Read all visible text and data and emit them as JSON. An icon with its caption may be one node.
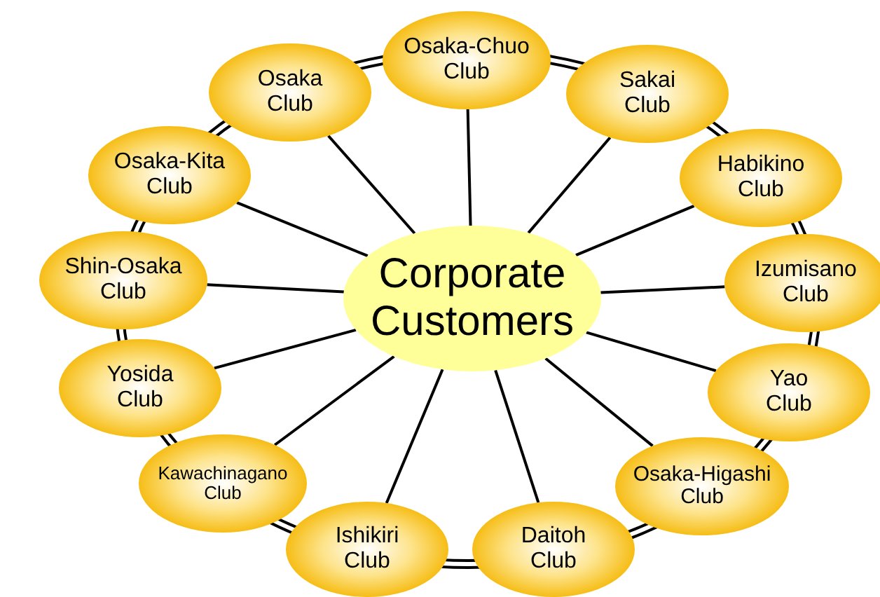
{
  "diagram": {
    "nodes": [
      {
        "text": [
          "Corporate Customers"
        ]
      },
      {
        "text": [
          "Osaka-Chuo Club"
        ]
      },
      {
        "text": [
          "Sakai Club"
        ]
      },
      {
        "text": [
          "Habikino Club"
        ]
      },
      {
        "text": [
          "Izumisano Club"
        ]
      },
      {
        "text": [
          "Yao Club"
        ]
      },
      {
        "text": [
          "Osaka-Higashi Club"
        ]
      },
      {
        "text": [
          "Daitoh Club"
        ]
      },
      {
        "text": [
          "Ishikiri Club"
        ]
      },
      {
        "text": [
          "Kawachinagano Club"
        ]
      },
      {
        "text": [
          "Yosida Club"
        ]
      },
      {
        "text": [
          "Shin-Osaka Club"
        ]
      },
      {
        "text": [
          "Osaka-Kita Club"
        ]
      },
      {
        "text": [
          "Osaka Club"
        ]
      }
    ],
    "edges": [
      {
        "from": 0,
        "to": 1,
        "arrow": "none"
      },
      {
        "from": 0,
        "to": 2,
        "arrow": "none"
      },
      {
        "from": 0,
        "to": 3,
        "arrow": "none"
      },
      {
        "from": 0,
        "to": 4,
        "arrow": "none"
      },
      {
        "from": 0,
        "to": 5,
        "arrow": "none"
      },
      {
        "from": 0,
        "to": 6,
        "arrow": "none"
      },
      {
        "from": 0,
        "to": 7,
        "arrow": "none"
      },
      {
        "from": 0,
        "to": 8,
        "arrow": "none"
      },
      {
        "from": 0,
        "to": 9,
        "arrow": "none"
      },
      {
        "from": 0,
        "to": 10,
        "arrow": "none"
      },
      {
        "from": 0,
        "to": 11,
        "arrow": "none"
      },
      {
        "from": 0,
        "to": 12,
        "arrow": "none"
      },
      {
        "from": 0,
        "to": 13,
        "arrow": "none"
      }
    ]
  }
}
